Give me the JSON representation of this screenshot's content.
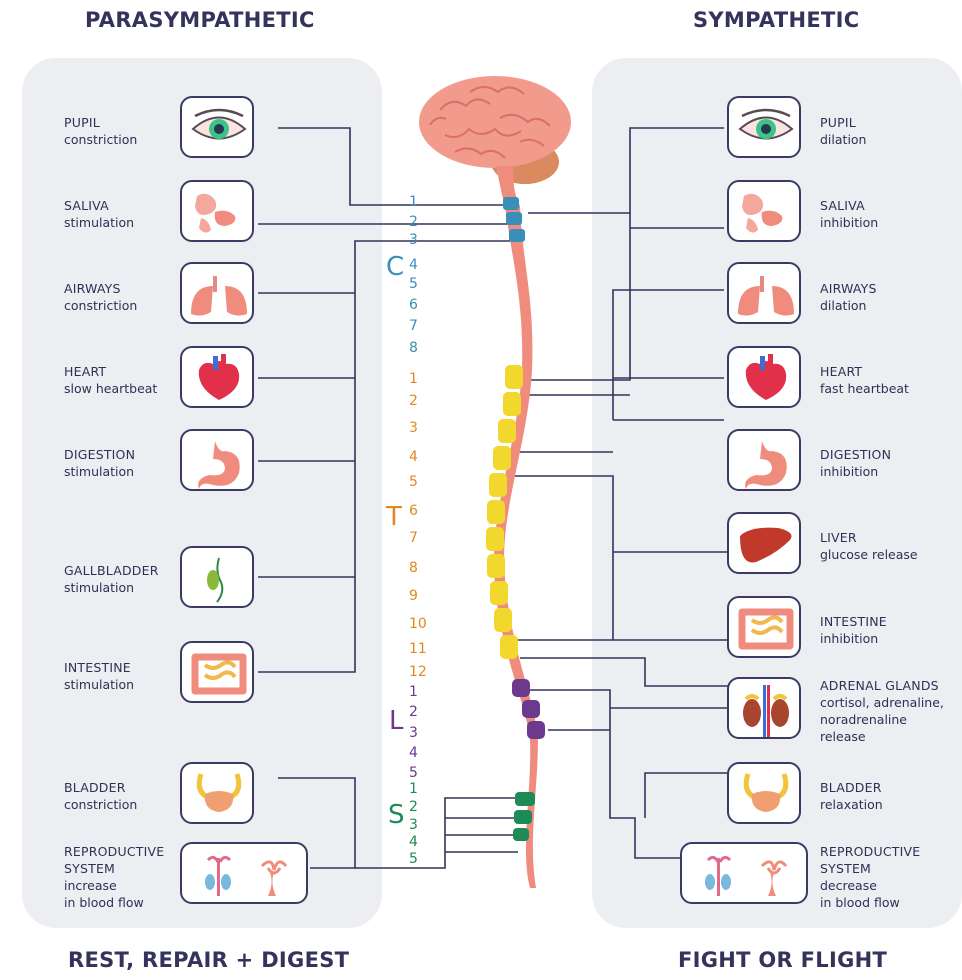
{
  "headings": {
    "left_top": "PARASYMPATHETIC",
    "right_top": "SYMPATHETIC",
    "left_bottom": "REST, REPAIR + DIGEST",
    "right_bottom": "FIGHT OR FLIGHT"
  },
  "colors": {
    "heading": "#33335c",
    "panel": "#eceef1",
    "cervical": "#3a8fb8",
    "thoracic": "#e0891f",
    "lumbar": "#6b3a8c",
    "sacral": "#1e8a55",
    "cord": "#f08c7e"
  },
  "parasympathetic": [
    {
      "name": "PUPIL",
      "effect": "constriction",
      "icon": "eye-icon"
    },
    {
      "name": "SALIVA",
      "effect": "stimulation",
      "icon": "salivary-glands-icon"
    },
    {
      "name": "AIRWAYS",
      "effect": "constriction",
      "icon": "lungs-icon"
    },
    {
      "name": "HEART",
      "effect": "slow heartbeat",
      "icon": "heart-icon"
    },
    {
      "name": "DIGESTION",
      "effect": "stimulation",
      "icon": "stomach-icon"
    },
    {
      "name": "GALLBLADDER",
      "effect": "stimulation",
      "icon": "gallbladder-icon"
    },
    {
      "name": "INTESTINE",
      "effect": "stimulation",
      "icon": "intestine-icon"
    },
    {
      "name": "BLADDER",
      "effect": "constriction",
      "icon": "bladder-icon"
    },
    {
      "name": "REPRODUCTIVE\nSYSTEM",
      "effect": "increase\nin blood flow",
      "icon": "reproductive-organs-icon"
    }
  ],
  "sympathetic": [
    {
      "name": "PUPIL",
      "effect": "dilation",
      "icon": "eye-icon"
    },
    {
      "name": "SALIVA",
      "effect": "inhibition",
      "icon": "salivary-glands-icon"
    },
    {
      "name": "AIRWAYS",
      "effect": "dilation",
      "icon": "lungs-icon"
    },
    {
      "name": "HEART",
      "effect": "fast heartbeat",
      "icon": "heart-icon"
    },
    {
      "name": "DIGESTION",
      "effect": "inhibition",
      "icon": "stomach-icon"
    },
    {
      "name": "LIVER",
      "effect": "glucose release",
      "icon": "liver-icon"
    },
    {
      "name": "INTESTINE",
      "effect": "inhibition",
      "icon": "intestine-icon"
    },
    {
      "name": "ADRENAL GLANDS",
      "effect": "cortisol, adrenaline,\nnoradrenaline\nrelease",
      "icon": "adrenal-glands-icon"
    },
    {
      "name": "BLADDER",
      "effect": "relaxation",
      "icon": "bladder-icon"
    },
    {
      "name": "REPRODUCTIVE\nSYSTEM",
      "effect": "decrease\nin blood flow",
      "icon": "reproductive-organs-icon"
    }
  ],
  "spine": {
    "regions": [
      {
        "letter": "C",
        "numbers": [
          "1",
          "2",
          "3",
          "4",
          "5",
          "6",
          "7",
          "8"
        ]
      },
      {
        "letter": "T",
        "numbers": [
          "1",
          "2",
          "3",
          "4",
          "5",
          "6",
          "7",
          "8",
          "9",
          "10",
          "11",
          "12"
        ]
      },
      {
        "letter": "L",
        "numbers": [
          "1",
          "2",
          "3",
          "4",
          "5"
        ]
      },
      {
        "letter": "S",
        "numbers": [
          "1",
          "2",
          "3",
          "4",
          "5"
        ]
      }
    ]
  }
}
